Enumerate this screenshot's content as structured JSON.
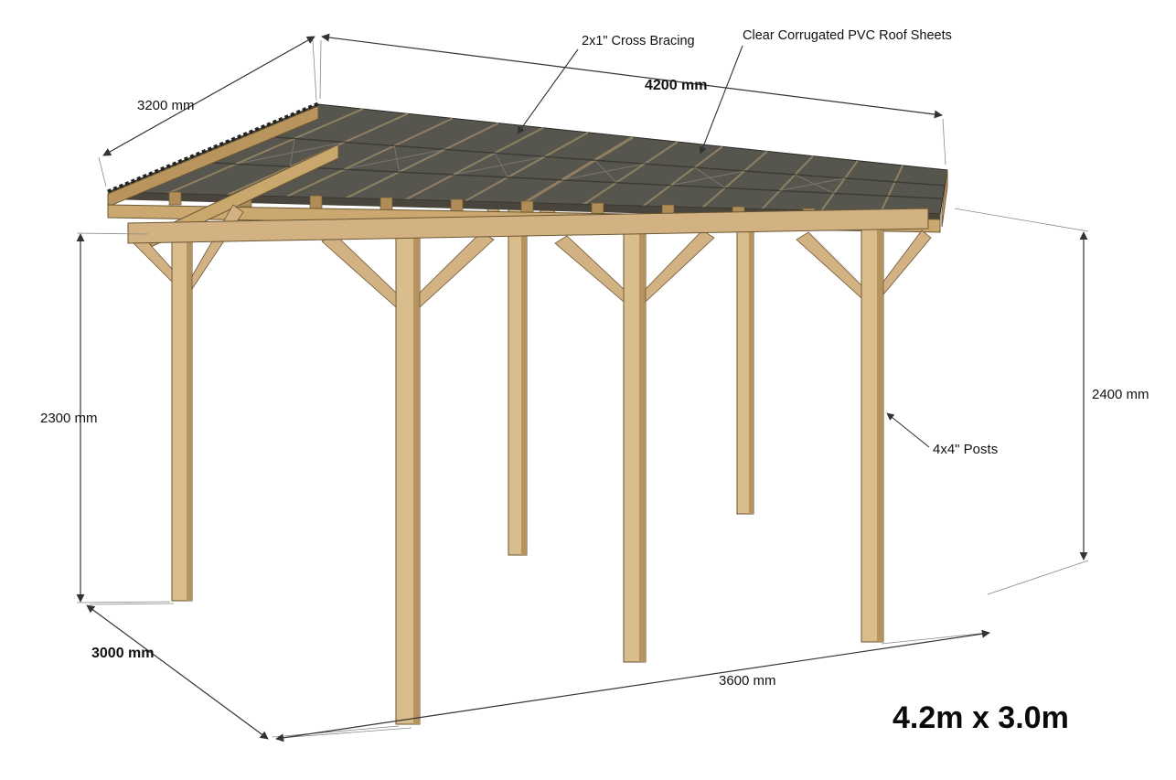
{
  "title": "4.2m x 3.0m",
  "callouts": {
    "cross_bracing": "2x1\" Cross Bracing",
    "roof_sheets": "Clear Corrugated PVC Roof Sheets",
    "posts": "4x4\" Posts"
  },
  "dimensions": {
    "roof_depth": "3200 mm",
    "roof_width": "4200 mm",
    "post_height": "2300 mm",
    "total_height": "2400 mm",
    "ground_depth": "3000 mm",
    "post_spacing": "3600 mm"
  },
  "colors": {
    "wood_light": "#d9bd8d",
    "wood_mid": "#caa870",
    "wood_dark": "#b5935f",
    "wood_outline": "#6b5633",
    "roof_sheet": "#57564e",
    "line": "#333333",
    "background": "#ffffff"
  }
}
